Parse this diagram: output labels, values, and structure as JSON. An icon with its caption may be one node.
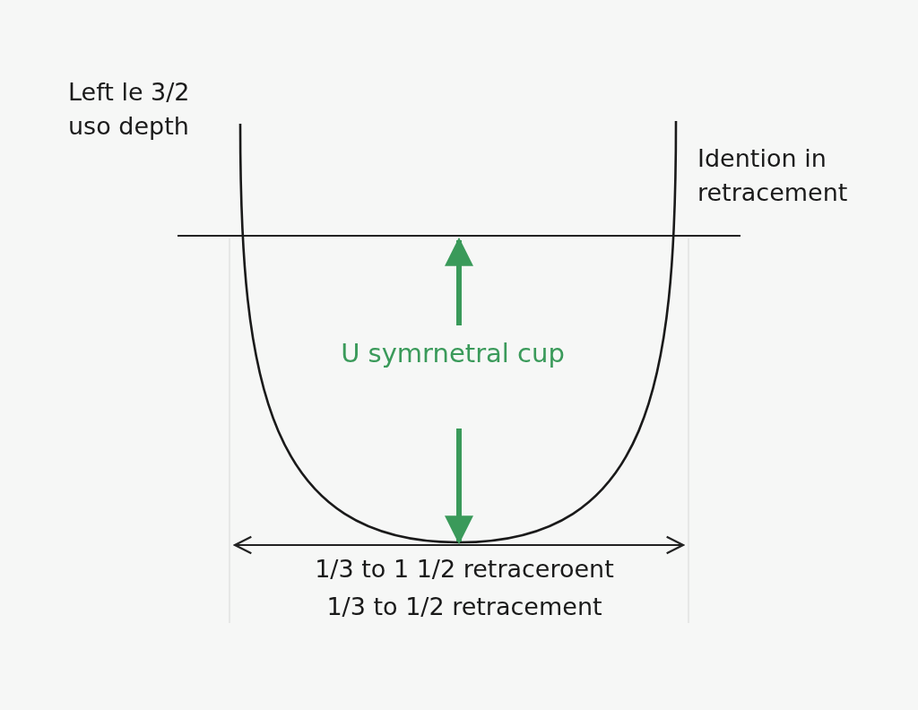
{
  "diagram": {
    "labels": [
      "Left le 3/2 uso depth",
      "Idention in retracement",
      "U symrnetral cup",
      "1/3 to 1 1/2 retraceroent",
      "1/3 to 1/2 retracement"
    ]
  }
}
